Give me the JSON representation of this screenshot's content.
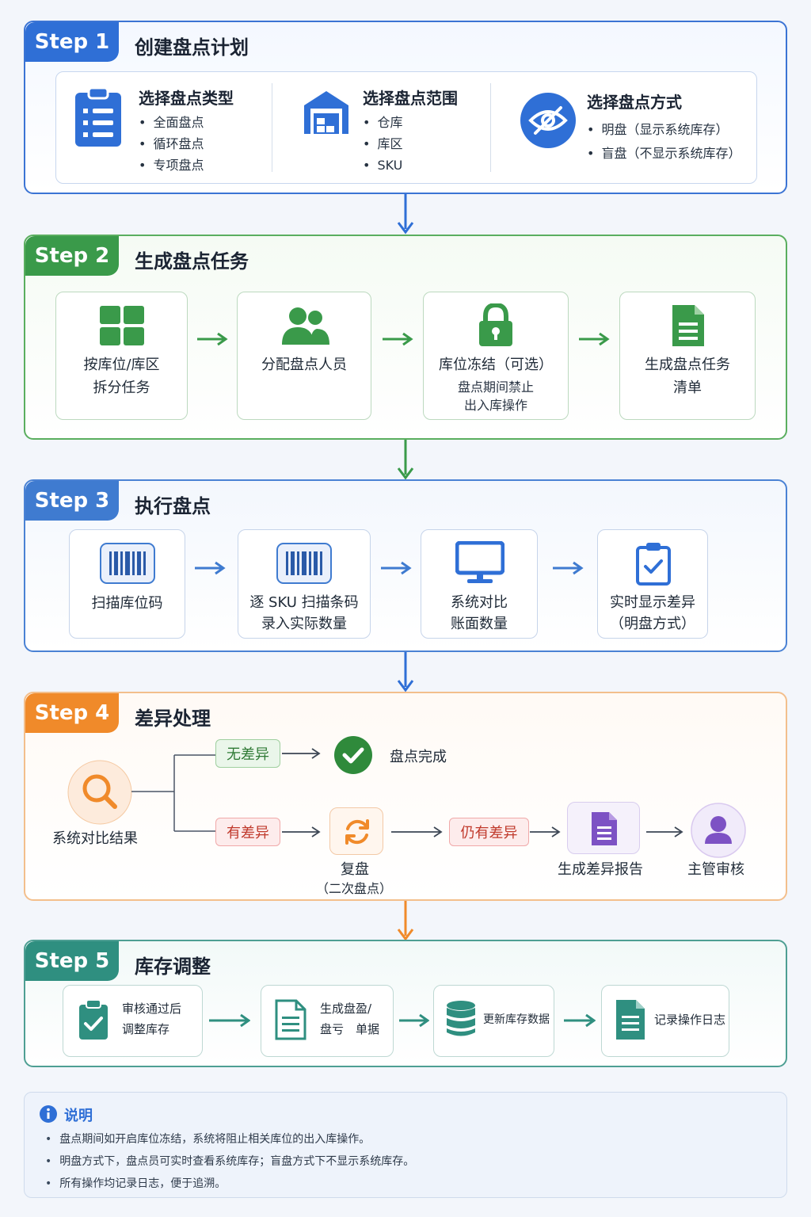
{
  "colors": {
    "step1": "#2f6fd6",
    "step2": "#3a9a4a",
    "step3": "#3f7bd0",
    "step4": "#f08a2a",
    "step5": "#2f8f80"
  },
  "step1": {
    "tag": "Step 1",
    "title": "创建盘点计划",
    "groups": [
      {
        "icon": "clipboard-list-icon",
        "heading": "选择盘点类型",
        "items": [
          "全面盘点",
          "循环盘点",
          "专项盘点"
        ]
      },
      {
        "icon": "warehouse-icon",
        "heading": "选择盘点范围",
        "items": [
          "仓库",
          "库区",
          "SKU"
        ]
      },
      {
        "icon": "eye-off-icon",
        "heading": "选择盘点方式",
        "items": [
          "明盘（显示系统库存）",
          "盲盘（不显示系统库存）"
        ]
      }
    ]
  },
  "step2": {
    "tag": "Step 2",
    "title": "生成盘点任务",
    "cards": [
      {
        "icon": "grid-icon",
        "line1": "按库位/库区",
        "line2": "拆分任务"
      },
      {
        "icon": "people-icon",
        "line1": "分配盘点人员"
      },
      {
        "icon": "lock-icon",
        "line1": "库位冻结（可选）",
        "sub1": "盘点期间禁止",
        "sub2": "出入库操作"
      },
      {
        "icon": "document-icon",
        "line1": "生成盘点任务",
        "line2": "清单"
      }
    ]
  },
  "step3": {
    "tag": "Step 3",
    "title": "执行盘点",
    "cards": [
      {
        "icon": "barcode-icon",
        "line1": "扫描库位码"
      },
      {
        "icon": "barcode-icon",
        "line1": "逐 SKU 扫描条码",
        "line2": "录入实际数量"
      },
      {
        "icon": "monitor-icon",
        "line1": "系统对比",
        "line2": "账面数量"
      },
      {
        "icon": "clipboard-check-icon",
        "line1": "实时显示差异",
        "line2": "（明盘方式）"
      }
    ]
  },
  "step4": {
    "tag": "Step 4",
    "title": "差异处理",
    "source": "系统对比结果",
    "no_diff": "无差异",
    "done": "盘点完成",
    "has_diff": "有差异",
    "recheck": "复盘",
    "recheck_sub": "（二次盘点）",
    "still_diff": "仍有差异",
    "report": "生成差异报告",
    "review": "主管审核"
  },
  "step5": {
    "tag": "Step 5",
    "title": "库存调整",
    "cards": [
      {
        "icon": "clipboard-check-icon",
        "line1": "审核通过后",
        "line2": "调整库存"
      },
      {
        "icon": "document-icon",
        "line1": "生成盘盈/",
        "line2": "盘亏　单据"
      },
      {
        "icon": "database-icon",
        "line1": "更新库存数据"
      },
      {
        "icon": "log-icon",
        "line1": "记录操作日志"
      }
    ]
  },
  "notes": {
    "title": "说明",
    "items": [
      "盘点期间如开启库位冻结，系统将阻止相关库位的出入库操作。",
      "明盘方式下，盘点员可实时查看系统库存；盲盘方式下不显示系统库存。",
      "所有操作均记录日志，便于追溯。"
    ]
  }
}
